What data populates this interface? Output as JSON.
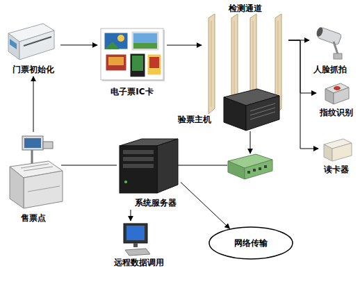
{
  "diagram": {
    "nodes": [
      {
        "text": [
          "门票初始化"
        ]
      },
      {
        "text": [
          "电子票IC卡"
        ]
      },
      {
        "text": [
          "检测通道"
        ]
      },
      {
        "text": [
          "验票主机"
        ]
      },
      {
        "text": [
          "人脸抓拍"
        ]
      },
      {
        "text": [
          "指纹识别"
        ]
      },
      {
        "text": [
          "读卡器"
        ]
      },
      {
        "text": [
          "售票点"
        ]
      },
      {
        "text": [
          "系统服务器"
        ]
      },
      {
        "text": [
          "远程数据调用"
        ]
      },
      {
        "text": [
          "网络传输"
        ]
      }
    ],
    "edges": [
      {
        "from": 7,
        "to": 0,
        "arrow": "to"
      },
      {
        "from": 0,
        "to": 1,
        "arrow": "to"
      },
      {
        "from": 1,
        "to": 2,
        "arrow": "to"
      },
      {
        "from": 2,
        "to": 4,
        "arrow": "to"
      },
      {
        "from": 2,
        "to": 5,
        "arrow": "to"
      },
      {
        "from": 2,
        "to": 6,
        "arrow": "to"
      },
      {
        "from": 7,
        "to": 8,
        "arrow": "none"
      },
      {
        "from": 8,
        "to": 9,
        "arrow": "to"
      },
      {
        "from": 8,
        "to": 10,
        "arrow": "to"
      }
    ]
  }
}
